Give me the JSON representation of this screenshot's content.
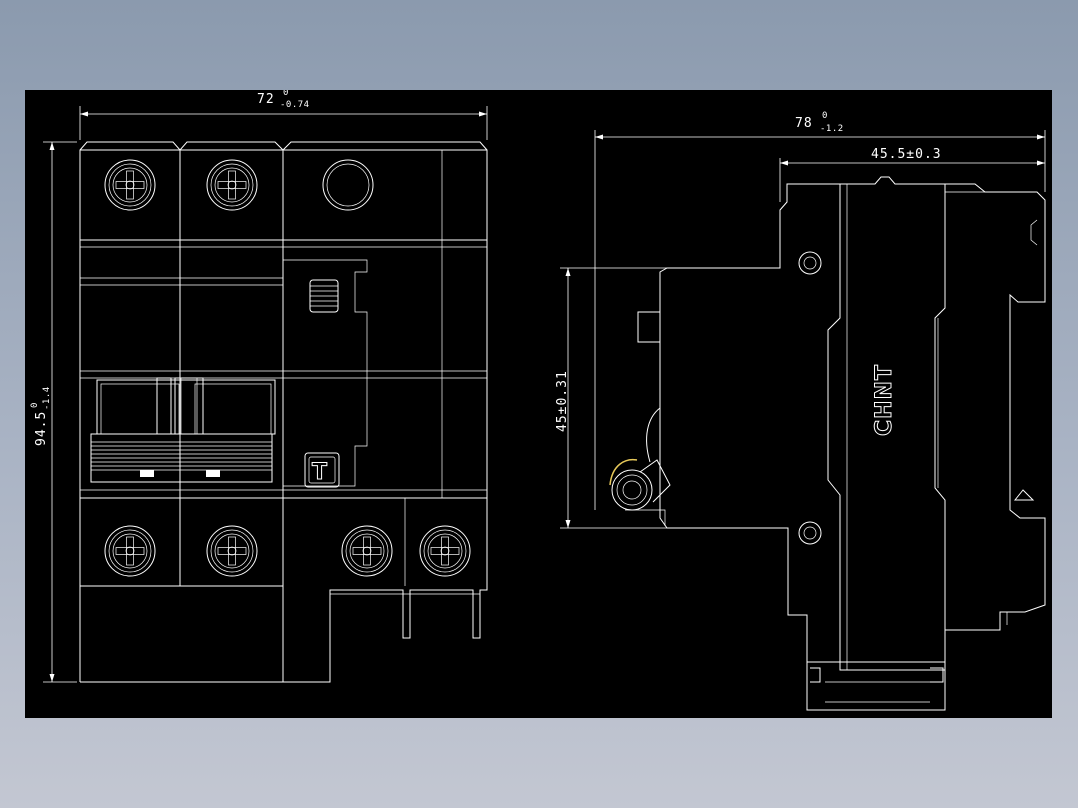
{
  "dimensions": {
    "front_width": {
      "main": "72",
      "upper": "0",
      "lower": "-0.74"
    },
    "front_height": {
      "main": "94.5",
      "upper": "0",
      "lower": "-1.4"
    },
    "side_depth": {
      "main": "78",
      "upper": "0",
      "lower": "-1.2"
    },
    "side_partial_depth": "45.5±0.3",
    "side_rail_height": "45±0.31"
  },
  "markings": {
    "brand_logo": "CHNT",
    "test_button_letter": "T"
  },
  "colors": {
    "canvas": "#000000",
    "lines": "#ffffff",
    "background_top": "#8b9aae",
    "background_bottom": "#c3c7d2"
  }
}
